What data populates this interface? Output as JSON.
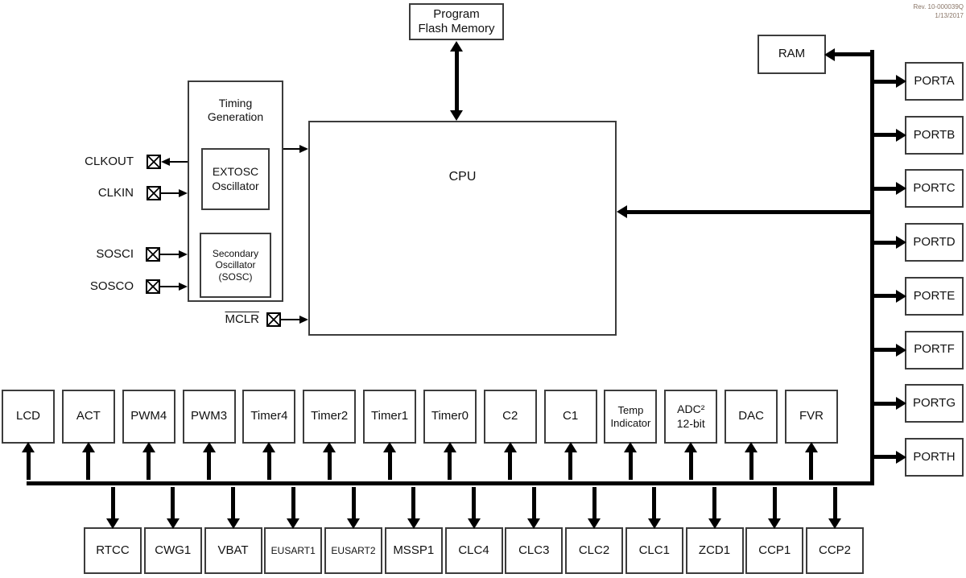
{
  "header": {
    "rev": "Rev. 10-000039Q",
    "date": "1/13/2017"
  },
  "memory": {
    "program_flash": "Program\nFlash Memory",
    "ram": "RAM"
  },
  "cpu": {
    "label": "CPU"
  },
  "timing": {
    "title": "Timing\nGeneration",
    "extosc": "EXTOSC\nOscillator",
    "sosc": "Secondary\nOscillator\n(SOSC)"
  },
  "pins": {
    "clkout": "CLKOUT",
    "clkin": "CLKIN",
    "sosci": "SOSCI",
    "sosco": "SOSCO",
    "mclr": "MCLR"
  },
  "ports": [
    "PORTA",
    "PORTB",
    "PORTC",
    "PORTD",
    "PORTE",
    "PORTF",
    "PORTG",
    "PORTH"
  ],
  "peripherals_top": [
    "LCD",
    "ACT",
    "PWM4",
    "PWM3",
    "Timer4",
    "Timer2",
    "Timer1",
    "Timer0",
    "C2",
    "C1",
    "Temp\nIndicator",
    "ADC²\n12-bit",
    "DAC",
    "FVR"
  ],
  "peripherals_bottom": [
    "RTCC",
    "CWG1",
    "VBAT",
    "EUSART1",
    "EUSART2",
    "MSSP1",
    "CLC4",
    "CLC3",
    "CLC2",
    "CLC1",
    "ZCD1",
    "CCP1",
    "CCP2"
  ]
}
